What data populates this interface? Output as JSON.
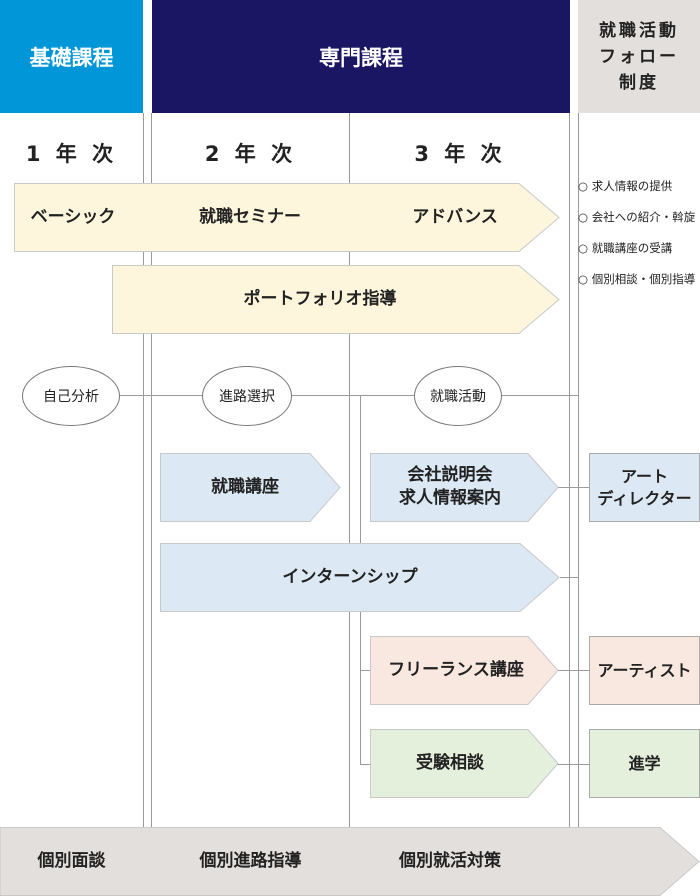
{
  "headers": {
    "basic": "基礎課程",
    "senmon": "専門課程",
    "follow": "就職活動\nフォロー\n制度"
  },
  "years": [
    "1 年 次",
    "2 年 次",
    "3 年 次"
  ],
  "top_arrow": {
    "labels": [
      "ベーシック",
      "就職セミナー",
      "アドバンス"
    ],
    "color": "#fdf5dc"
  },
  "portfolio_arrow": {
    "label": "ポートフォリオ指導",
    "color": "#fdf5dc"
  },
  "follow_items": [
    "○ 求人情報の提供",
    "○ 会社への紹介・斡旋",
    "○ 就職講座の受講",
    "○ 個別相談・個別指導"
  ],
  "ovals": [
    "自己分析",
    "進路選択",
    "就職活動"
  ],
  "arrows": {
    "shuushoku_kouza": "就職講座",
    "setsumeikai": [
      "会社説明会",
      "求人情報案内"
    ],
    "internship": "インターンシップ",
    "freelance": "フリーランス講座",
    "jukensoudan": "受験相談"
  },
  "outcomes": {
    "art_director": [
      "アート",
      "ディレクター"
    ],
    "artist": "アーティスト",
    "shingaku": "進学"
  },
  "bottom_arrow": {
    "labels": [
      "個別面談",
      "個別進路指導",
      "個別就活対策"
    ],
    "color": "#e2dfdd"
  },
  "colors": {
    "basic": "#0096d8",
    "senmon": "#1b1664",
    "follow": "#e2dfdd",
    "blue_fill": "#dce9f4",
    "pink_fill": "#f9e8df",
    "green_fill": "#e4efdc"
  }
}
